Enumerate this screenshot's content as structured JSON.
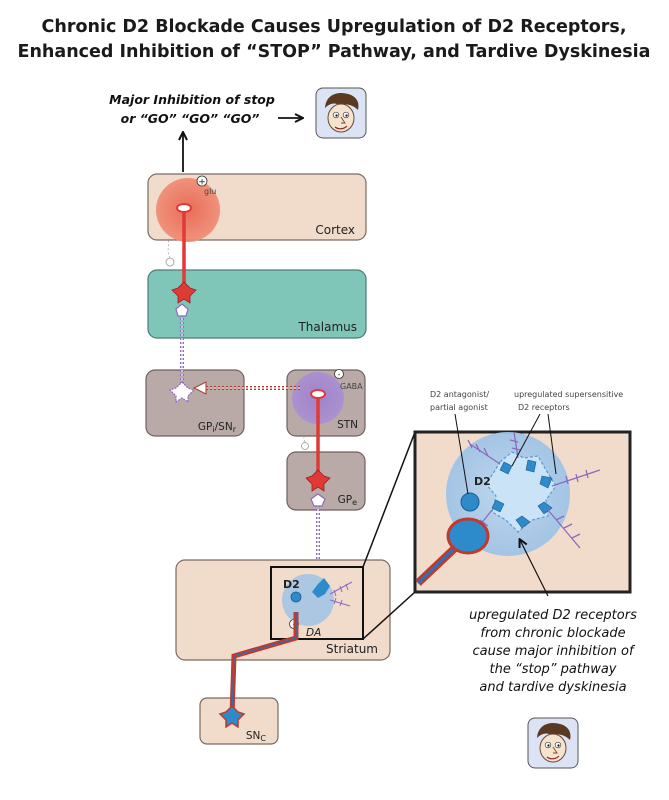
{
  "title": {
    "line1": "Chronic D2 Blockade Causes Upregulation of D2 Receptors,",
    "line2": "Enhanced Inhibition of “STOP” Pathway, and Tardive Dyskinesia"
  },
  "top_annotation": {
    "line1": "Major Inhibition of stop",
    "line2": "or “GO” “GO” “GO”"
  },
  "regions": {
    "cortex": "Cortex",
    "thalamus": "Thalamus",
    "gpi_sub": "i",
    "gpi_sep": "/",
    "snr_main": "SN",
    "snr_sub": "r",
    "gp_main": "GP",
    "stn": "STN",
    "gpe_main": "GP",
    "gpe_sub": "e",
    "striatum": "Striatum",
    "snc_main": "SN",
    "snc_sub": "C"
  },
  "markers": {
    "glu": "glu",
    "gaba": "GABA",
    "plus": "+",
    "minus": "-",
    "minus_small": "-",
    "d2_small": "D2",
    "da": "DA",
    "d2_zoom": "D2"
  },
  "inset_labels": {
    "antagonist_line1": "D2 antagonist/",
    "antagonist_line2": "partial agonist",
    "upregulated_line1": "upregulated supersensitive",
    "upregulated_line2": "D2 receptors"
  },
  "caption": {
    "line1": "upregulated D2 receptors",
    "line2": "from chronic blockade",
    "line3": "cause major inhibition of",
    "line4": "the “stop” pathway",
    "line5": "and tardive dyskinesia"
  },
  "colors": {
    "region_tan": "#f1dccb",
    "region_teal": "#7fc5b8",
    "region_gray": "#b9aaa8",
    "neuron_red": "#e03a36",
    "gaba_purple": "#8b6bbf",
    "receptor_blue": "#2d8bcc",
    "ca_blue": "#a9d0ef"
  }
}
